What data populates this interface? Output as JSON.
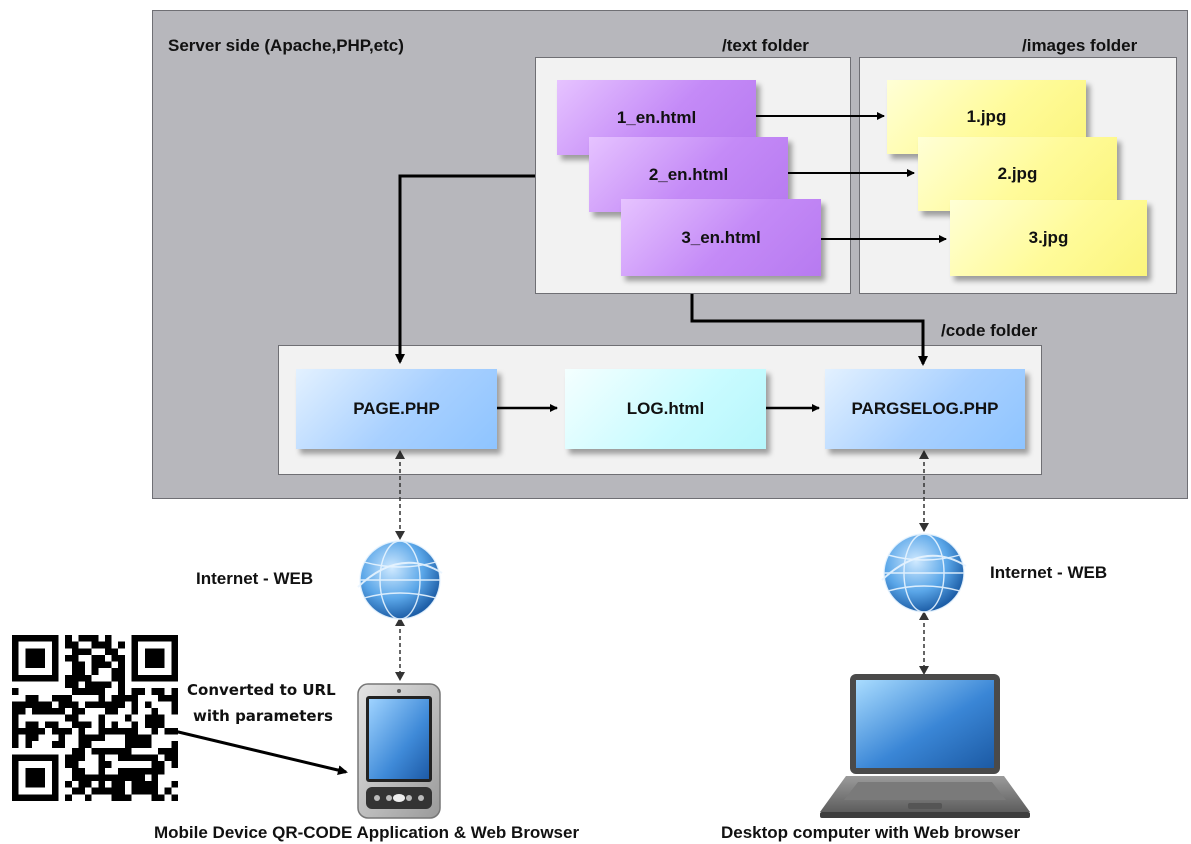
{
  "server": {
    "title": "Server side (Apache,PHP,etc)"
  },
  "folders": {
    "text": "/text folder",
    "images": "/images folder",
    "code": "/code folder"
  },
  "text_files": [
    "1_en.html",
    "2_en.html",
    "3_en.html"
  ],
  "image_files": [
    "1.jpg",
    "2.jpg",
    "3.jpg"
  ],
  "code_files": {
    "page": "PAGE.PHP",
    "log": "LOG.html",
    "parser": "PARGSELOG.PHP"
  },
  "internet": {
    "left": "Internet - WEB",
    "right": "Internet - WEB"
  },
  "qr": {
    "line1": "Converted to URL",
    "line2": "with parameters"
  },
  "captions": {
    "mobile": "Mobile Device QR-CODE Application & Web Browser",
    "desktop": "Desktop computer with Web browser"
  },
  "colors": {
    "server_bg": "#b7b7bc",
    "text_card": "#c48af7",
    "image_card": "#fffb9a",
    "php_card": "#a8d0ff",
    "log_card": "#c8fbff"
  },
  "icons": [
    "globe-icon",
    "smartphone-icon",
    "laptop-icon",
    "qr-code-icon"
  ]
}
